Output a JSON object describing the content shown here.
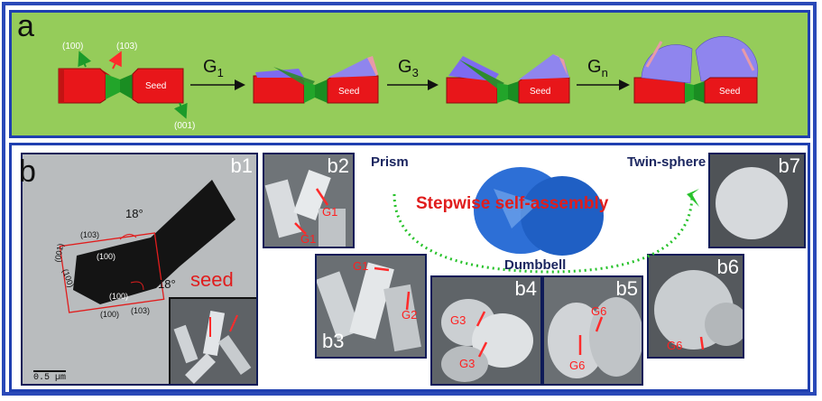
{
  "panel_a": {
    "letter": "a",
    "facets": [
      "(100)",
      "(103)",
      "(001)"
    ],
    "seed_label": "Seed",
    "steps": [
      "G",
      "G",
      "G"
    ],
    "step_subs": [
      "1",
      "3",
      "n"
    ]
  },
  "panel_b": {
    "letter": "b",
    "tem": {
      "id": "b1",
      "angle_top": "18°",
      "angle_bottom": "18°",
      "planes": [
        "(103)",
        "(001)",
        "(100)",
        "(100)",
        "(100)",
        "(103)",
        "(100)"
      ],
      "seed": "seed",
      "scale": "0.5 µm"
    },
    "sem": [
      {
        "id": "b2",
        "tags": [
          "G1",
          "G1"
        ]
      },
      {
        "id": "b3",
        "tags": [
          "G1",
          "G2"
        ]
      },
      {
        "id": "b4",
        "tags": [
          "G3",
          "G3"
        ]
      },
      {
        "id": "b5",
        "tags": [
          "G6",
          "G6"
        ]
      },
      {
        "id": "b6",
        "tags": [
          "G6"
        ]
      },
      {
        "id": "b7",
        "tags": []
      }
    ],
    "center": {
      "prism": "Prism",
      "twin_sphere": "Twin-sphere",
      "dumbbell": "Dumbbell",
      "title": "Stepwise self-assembly"
    }
  },
  "colors": {
    "accent_blue": "#2a49b8",
    "green_bg": "#95cc5a",
    "red": "#e8161a",
    "text_red": "#e01d1d"
  }
}
